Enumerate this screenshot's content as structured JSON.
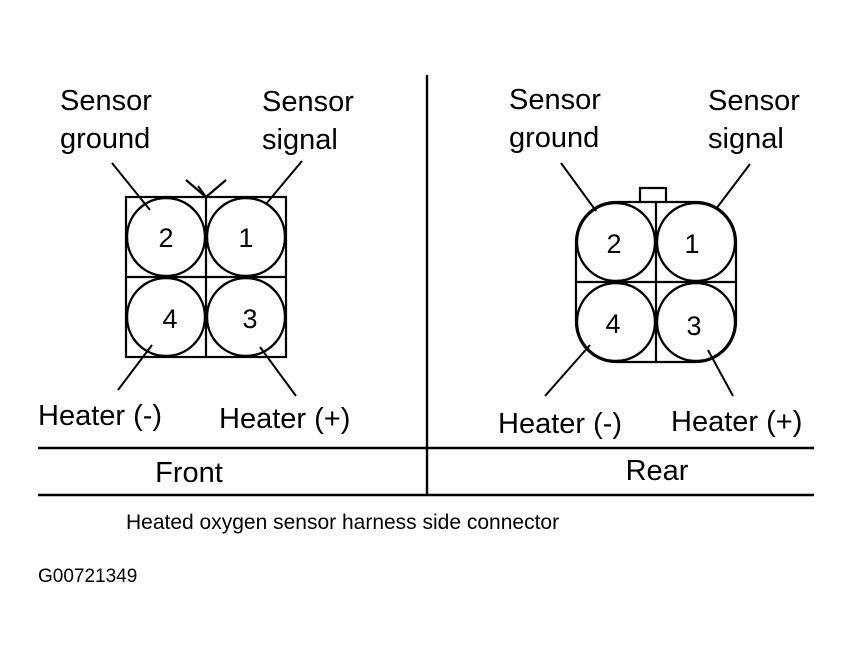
{
  "front": {
    "section_label": "Front",
    "top_left_label": [
      "Sensor",
      "ground"
    ],
    "top_right_label": [
      "Sensor",
      "signal"
    ],
    "bottom_left_label": "Heater (-)",
    "bottom_right_label": "Heater (+)",
    "pins": [
      "2",
      "1",
      "4",
      "3"
    ]
  },
  "rear": {
    "section_label": "Rear",
    "top_left_label": [
      "Sensor",
      "ground"
    ],
    "top_right_label": [
      "Sensor",
      "signal"
    ],
    "bottom_left_label": "Heater (-)",
    "bottom_right_label": "Heater (+)",
    "pins": [
      "2",
      "1",
      "4",
      "3"
    ]
  },
  "caption": "Heated oxygen sensor harness side connector",
  "figure_code": "G00721349"
}
